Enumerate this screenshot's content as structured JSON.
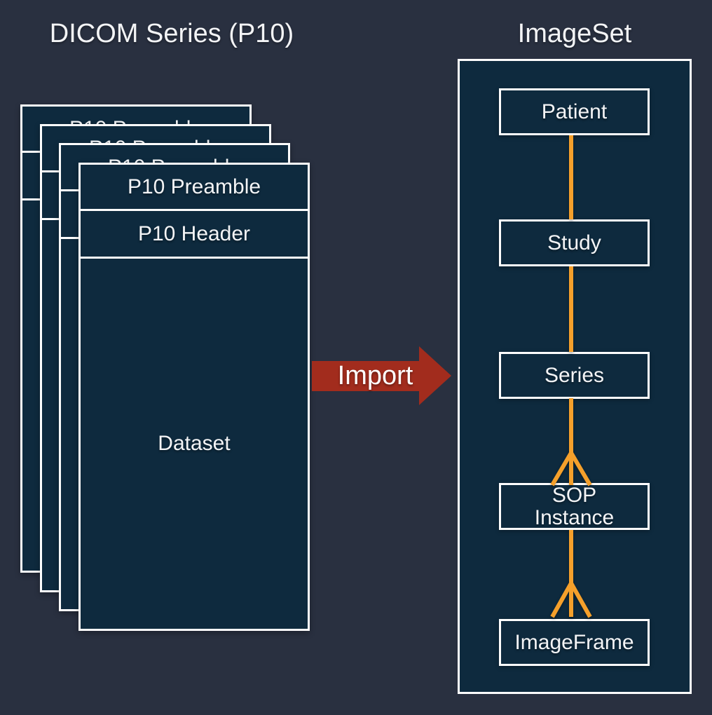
{
  "titles": {
    "left": "DICOM Series (P10)",
    "right": "ImageSet"
  },
  "dicom_stack": {
    "card_count": 4,
    "sections": {
      "preamble": "P10 Preamble",
      "header": "P10 Header",
      "dataset": "Dataset"
    }
  },
  "import_arrow": {
    "label": "Import",
    "color": "#A22C1D"
  },
  "imageset": {
    "nodes": [
      {
        "label": "Patient"
      },
      {
        "label": "Study"
      },
      {
        "label": "Series"
      },
      {
        "label": "SOP\nInstance"
      },
      {
        "label": "ImageFrame"
      }
    ],
    "relationships": [
      {
        "from": "Patient",
        "to": "Study",
        "type": "line"
      },
      {
        "from": "Study",
        "to": "Series",
        "type": "line"
      },
      {
        "from": "Series",
        "to": "SOP Instance",
        "type": "crow-foot-many"
      },
      {
        "from": "SOP Instance",
        "to": "ImageFrame",
        "type": "crow-foot-many"
      }
    ],
    "connector_color": "#F5A02B"
  },
  "colors": {
    "background": "#293040",
    "panel_fill": "#0E2A3E",
    "border": "#FDFDFD",
    "accent_orange": "#F5A02B",
    "arrow_red": "#A22C1D",
    "text": "#F3F4F6"
  }
}
